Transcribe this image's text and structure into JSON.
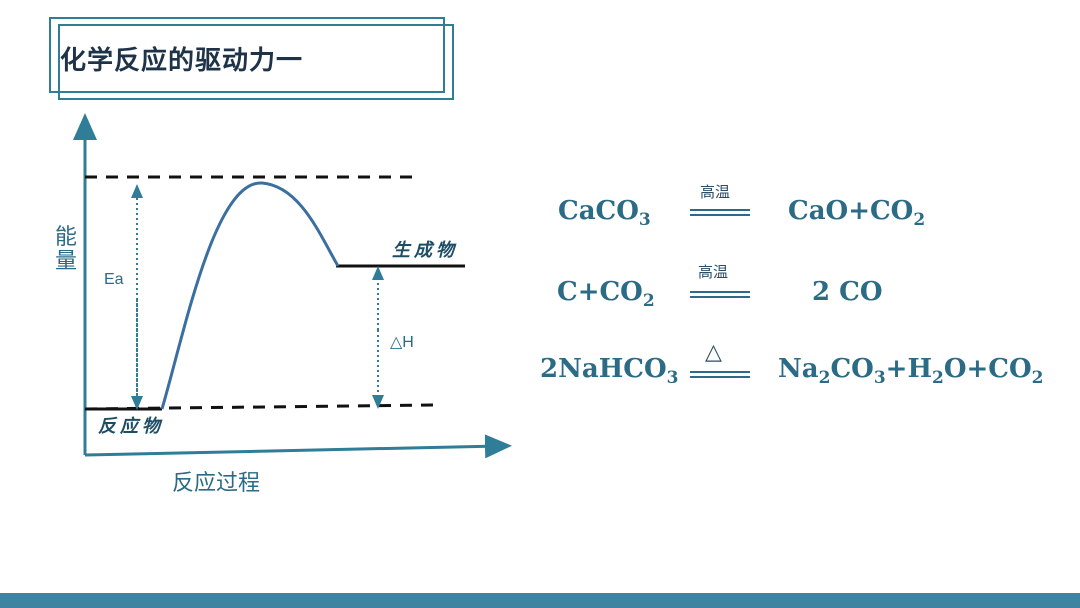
{
  "title": "化学反应的驱动力一",
  "diagram": {
    "y_axis_label": "能量",
    "x_axis_label": "反应过程",
    "reactant_label": "反应物",
    "product_label": "生成物",
    "ea_label": "Ea",
    "dh_label": "△H"
  },
  "equations": [
    {
      "condition": "高温",
      "lhs": [
        "CaCO",
        "3"
      ],
      "rhs": [
        "CaO+CO",
        "2"
      ]
    },
    {
      "condition": "高温",
      "lhs": [
        "C+CO",
        "2"
      ],
      "rhs": [
        "2 CO"
      ]
    },
    {
      "condition": "△",
      "lhs": [
        "2NaHCO",
        "3"
      ],
      "rhs": [
        "Na",
        "2",
        "CO",
        "3",
        "+H",
        "2",
        "O+CO",
        "2"
      ]
    }
  ],
  "colors": {
    "accent": "#2f7d97",
    "text": "#2b6b86",
    "bar": "#3d84a3"
  }
}
